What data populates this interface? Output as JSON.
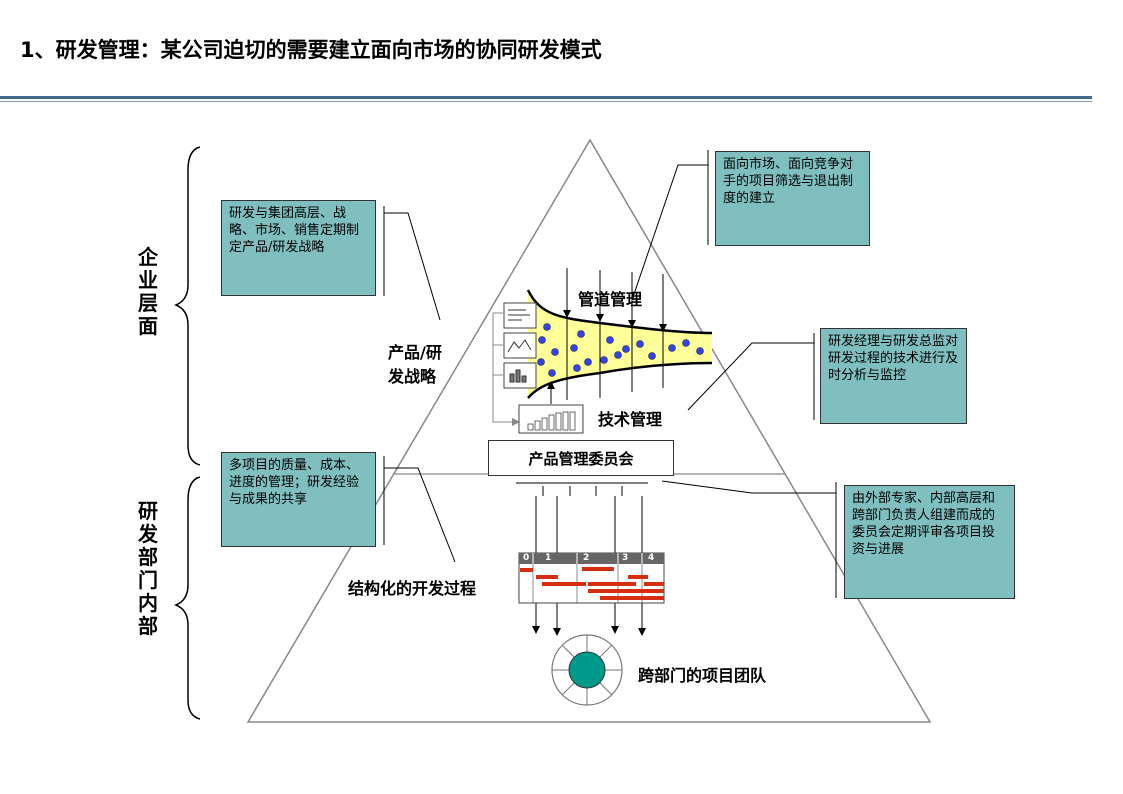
{
  "title": "1、研发管理：某公司迫切的需要建立面向市场的协同研发模式",
  "side_labels": {
    "top": "企业层面",
    "bottom": "研发部门内部"
  },
  "boxes": {
    "strategy": "研发与集团高层、战略、市场、销售定期制定产品/研发战略",
    "market": "面向市场、面向竞争对手的项目筛选与退出制度的建立",
    "tech": "研发经理与研发总监对研发过程的技术进行及时分析与监控",
    "quality": "多项目的质量、成本、进度的管理；研发经验与成果的共享",
    "committee_desc": "由外部专家、内部高层和跨部门负责人组建而成的委员会定期评审各项目投资与进展"
  },
  "labels": {
    "pipeline": "管道管理",
    "product_strategy_line1": "产品/研",
    "product_strategy_line2": "发战略",
    "tech_mgmt": "技术管理",
    "committee": "产品管理委员会",
    "structured": "结构化的开发过程",
    "team": "跨部门的项目团队"
  },
  "gantt_phases": [
    "0",
    "1",
    "2",
    "3",
    "4"
  ],
  "colors": {
    "box_fill": "#7fbfbf",
    "funnel_fill": "#ffff99",
    "dot": "#3344ee",
    "team_core": "#009a8a",
    "gantt_bar": "#d62e10",
    "header_rule": "#3f6a8a"
  }
}
